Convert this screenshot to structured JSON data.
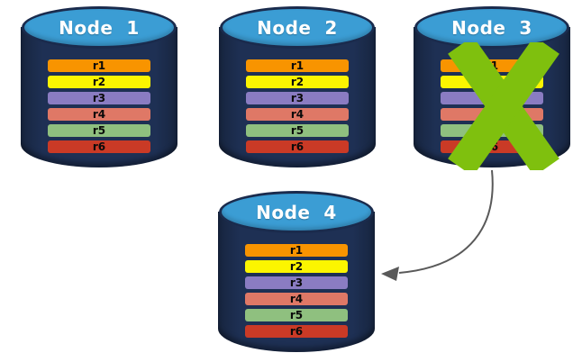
{
  "background_color": "#FFFFFF",
  "colors": {
    "cylinder_body": "#1E3054",
    "cylinder_top": "#3B9DD4",
    "cylinder_outline": "#1A2B4D",
    "title_text": "#FFFFFF",
    "row_text": "#0A0A0A",
    "cross": "#7FC00E",
    "arrow": "#595959"
  },
  "nodes": [
    {
      "label": "Node  1",
      "rows": [
        {
          "label": "r1",
          "color": "#F89400"
        },
        {
          "label": "r2",
          "color": "#FCF500"
        },
        {
          "label": "r3",
          "color": "#8A7CC2"
        },
        {
          "label": "r4",
          "color": "#DF7866"
        },
        {
          "label": "r5",
          "color": "#8FC07F"
        },
        {
          "label": "r6",
          "color": "#CA3A26"
        }
      ]
    },
    {
      "label": "Node  2",
      "rows": [
        {
          "label": "r1",
          "color": "#F89400"
        },
        {
          "label": "r2",
          "color": "#FCF500"
        },
        {
          "label": "r3",
          "color": "#8A7CC2"
        },
        {
          "label": "r4",
          "color": "#DF7866"
        },
        {
          "label": "r5",
          "color": "#8FC07F"
        },
        {
          "label": "r6",
          "color": "#CA3A26"
        }
      ]
    },
    {
      "label": "Node  3",
      "failed": true,
      "rows": [
        {
          "label": "r1",
          "color": "#F89400"
        },
        {
          "label": "r2",
          "color": "#FCF500"
        },
        {
          "label": "r3",
          "color": "#8A7CC2"
        },
        {
          "label": "r4",
          "color": "#DF7866"
        },
        {
          "label": "r5",
          "color": "#8FC07F"
        },
        {
          "label": "r6",
          "color": "#CA3A26"
        }
      ]
    },
    {
      "label": "Node  4",
      "rows": [
        {
          "label": "r1",
          "color": "#F89400"
        },
        {
          "label": "r2",
          "color": "#FCF500"
        },
        {
          "label": "r3",
          "color": "#8A7CC2"
        },
        {
          "label": "r4",
          "color": "#DF7866"
        },
        {
          "label": "r5",
          "color": "#8FC07F"
        },
        {
          "label": "r6",
          "color": "#CA3A26"
        }
      ]
    }
  ],
  "arrow": {
    "from": "Node 3",
    "to": "Node 4"
  }
}
